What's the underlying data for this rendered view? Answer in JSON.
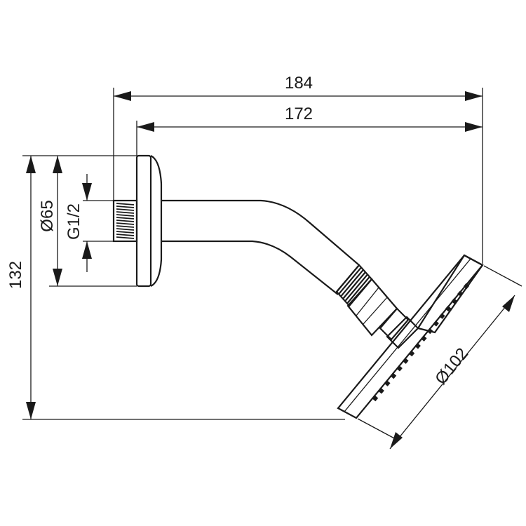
{
  "dimensions": {
    "overall_length": "184",
    "arm_length": "172",
    "height": "132",
    "flange_diameter": "Ø65",
    "thread": "G1/2",
    "head_diameter": "Ø102"
  }
}
